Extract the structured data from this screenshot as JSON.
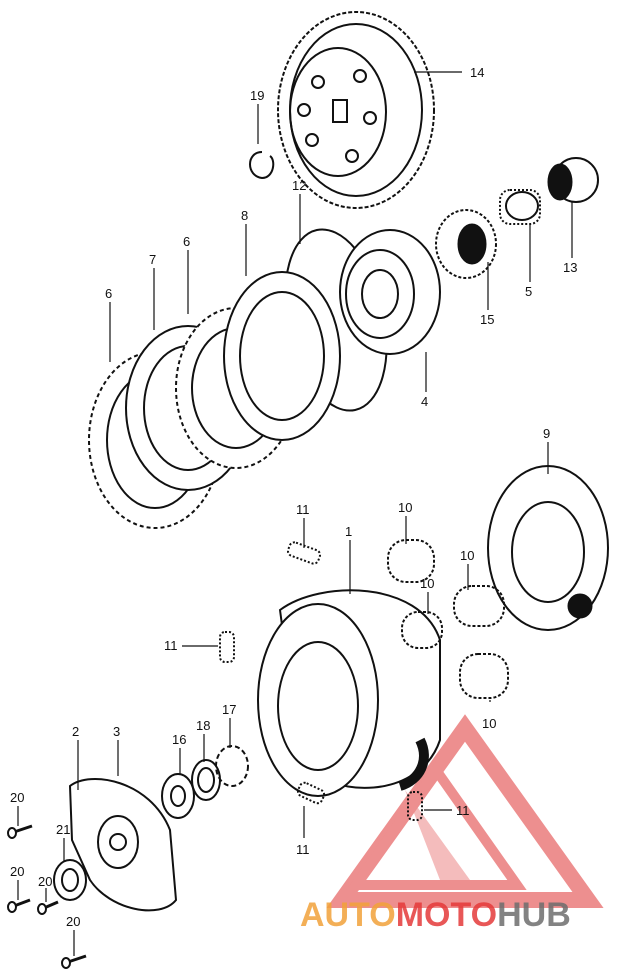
{
  "callouts": [
    {
      "id": "14",
      "text": "14"
    },
    {
      "id": "19",
      "text": "19"
    },
    {
      "id": "12",
      "text": "12"
    },
    {
      "id": "8",
      "text": "8"
    },
    {
      "id": "6a",
      "text": "6"
    },
    {
      "id": "7",
      "text": "7"
    },
    {
      "id": "6b",
      "text": "6"
    },
    {
      "id": "4",
      "text": "4"
    },
    {
      "id": "15",
      "text": "15"
    },
    {
      "id": "5",
      "text": "5"
    },
    {
      "id": "13",
      "text": "13"
    },
    {
      "id": "9",
      "text": "9"
    },
    {
      "id": "11a",
      "text": "11"
    },
    {
      "id": "1",
      "text": "1"
    },
    {
      "id": "10a",
      "text": "10"
    },
    {
      "id": "10b",
      "text": "10"
    },
    {
      "id": "10c",
      "text": "10"
    },
    {
      "id": "10d",
      "text": "10"
    },
    {
      "id": "11b",
      "text": "11"
    },
    {
      "id": "2",
      "text": "2"
    },
    {
      "id": "3",
      "text": "3"
    },
    {
      "id": "16",
      "text": "16"
    },
    {
      "id": "18",
      "text": "18"
    },
    {
      "id": "17",
      "text": "17"
    },
    {
      "id": "11c",
      "text": "11"
    },
    {
      "id": "11d",
      "text": "11"
    },
    {
      "id": "20a",
      "text": "20"
    },
    {
      "id": "21",
      "text": "21"
    },
    {
      "id": "20b",
      "text": "20"
    },
    {
      "id": "20c",
      "text": "20"
    },
    {
      "id": "20d",
      "text": "20"
    }
  ],
  "watermark": {
    "part1": "AUTO",
    "part2": "MOTO",
    "part3": "HUB",
    "color_orange": "#f2a23a",
    "color_red": "#e53a3a",
    "color_gray": "#6e6e6e"
  }
}
